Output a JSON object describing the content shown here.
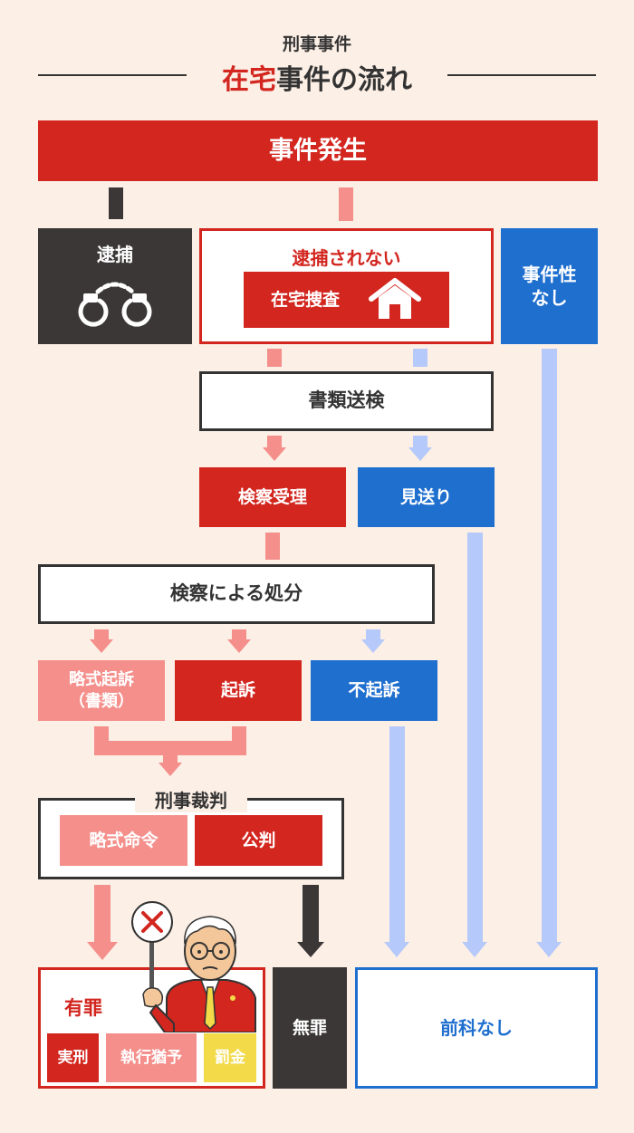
{
  "header": {
    "subtitle": "刑事事件",
    "title_accent": "在宅",
    "title_rest": "事件の流れ"
  },
  "nodes": {
    "incident": "事件発生",
    "arrest": "逮捕",
    "not_arrested": "逮捕されない",
    "home_investigation": "在宅捜査",
    "no_case": "事件性\nなし",
    "document_referral": "書類送検",
    "prosecution_accepted": "検察受理",
    "dropped": "見送り",
    "prosecution_disposition": "検察による処分",
    "summary_indictment": "略式起訴\n（書類）",
    "indictment": "起訴",
    "non_indictment": "不起訴",
    "criminal_trial": "刑事裁判",
    "summary_order": "略式命令",
    "public_trial": "公判",
    "guilty": "有罪",
    "prison": "実刑",
    "suspended": "執行猶予",
    "fine": "罰金",
    "not_guilty": "無罪",
    "no_record": "前科なし"
  },
  "colors": {
    "red": "#d2261f",
    "pink": "#f48f8b",
    "blue": "#1f6fcf",
    "light_blue": "#b5c9fa",
    "dark": "#3b3737",
    "yellow": "#f2da48",
    "background": "#fcefe6"
  },
  "icons": [
    "handcuffs-icon",
    "house-icon",
    "cross-sign-icon",
    "man-illustration"
  ]
}
